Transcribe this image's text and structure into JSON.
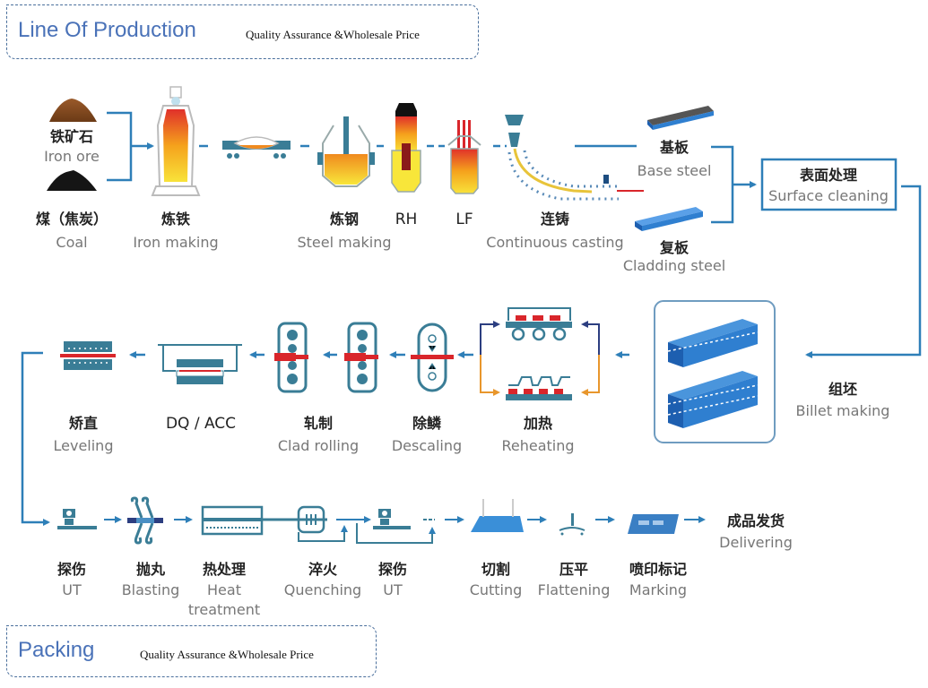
{
  "banners": {
    "top": {
      "title": "Line Of Production",
      "subtitle": "Quality Assurance &Wholesale Price"
    },
    "bottom": {
      "title": "Packing",
      "subtitle": "Quality Assurance &Wholesale Price"
    }
  },
  "colors": {
    "flow_blue": "#2e7fb8",
    "icon_teal": "#3a7d96",
    "hot_red": "#d9262b",
    "plate_blue": "#2f7fd0",
    "orange_line": "#e8962c",
    "navy_line": "#2c3e80"
  },
  "row1": {
    "iron_ore": {
      "zh": "铁矿石",
      "en": "Iron ore"
    },
    "coal": {
      "zh": "煤（焦炭）",
      "en": "Coal"
    },
    "iron_making": {
      "zh": "炼铁",
      "en": "Iron making"
    },
    "steel_making": {
      "zh": "炼钢",
      "en": "Steel making"
    },
    "rh": {
      "zh": "RH"
    },
    "lf": {
      "zh": "LF"
    },
    "continuous_casting": {
      "zh": "连铸",
      "en": "Continuous casting"
    },
    "base_steel": {
      "zh": "基板",
      "en": "Base steel"
    },
    "cladding_steel": {
      "zh": "复板",
      "en": "Cladding steel"
    },
    "surface_cleaning": {
      "zh": "表面处理",
      "en": "Surface cleaning"
    }
  },
  "row2": {
    "billet_making": {
      "zh": "组坯",
      "en": "Billet making"
    },
    "reheating": {
      "zh": "加热",
      "en": "Reheating"
    },
    "descaling": {
      "zh": "除鳞",
      "en": "Descaling"
    },
    "clad_rolling": {
      "zh": "轧制",
      "en": "Clad rolling"
    },
    "dq_acc": {
      "zh": "DQ / ACC"
    },
    "leveling": {
      "zh": "矫直",
      "en": "Leveling"
    }
  },
  "row3": {
    "ut1": {
      "zh": "探伤",
      "en": "UT"
    },
    "blasting": {
      "zh": "抛丸",
      "en": "Blasting"
    },
    "heat_treatment": {
      "zh": "热处理",
      "en": "Heat",
      "en2": "treatment"
    },
    "quenching": {
      "zh": "淬火",
      "en": "Quenching"
    },
    "ut2": {
      "zh": "探伤",
      "en": "UT"
    },
    "cutting": {
      "zh": "切割",
      "en": "Cutting"
    },
    "flattening": {
      "zh": "压平",
      "en": "Flattening"
    },
    "marking": {
      "zh": "喷印标记",
      "en": "Marking"
    },
    "delivering": {
      "zh": "成品发货",
      "en": "Delivering"
    }
  }
}
